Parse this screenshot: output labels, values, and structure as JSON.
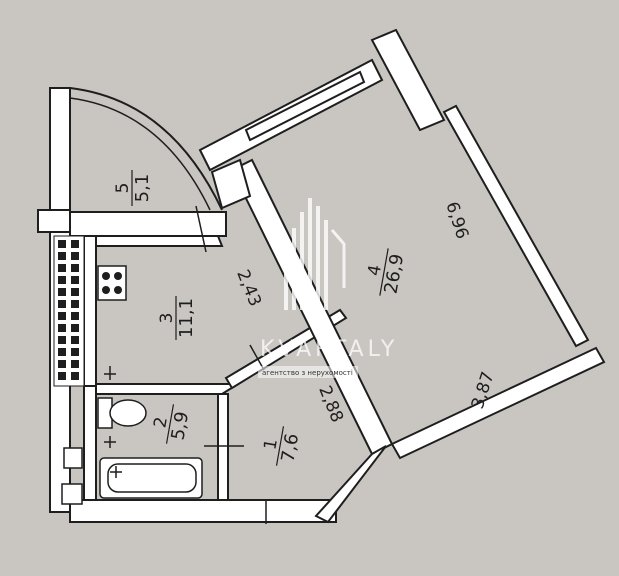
{
  "rooms": [
    {
      "number": "1",
      "area": "7,6"
    },
    {
      "number": "2",
      "area": "5,9"
    },
    {
      "number": "3",
      "area": "11,1"
    },
    {
      "number": "4",
      "area": "26,9"
    },
    {
      "number": "5",
      "area": "5,1"
    }
  ],
  "dimensions": {
    "d1": "6,96",
    "d2": "3,87",
    "d3": "2,43",
    "d4": "2,88"
  },
  "watermark": {
    "brand": "KVARTALY",
    "tagline": "агентство з нерухомості",
    "color": "#ffffff"
  },
  "colors": {
    "paper": "#c9c6c2",
    "wall": "#ffffff",
    "ink": "#1e1e1e"
  }
}
